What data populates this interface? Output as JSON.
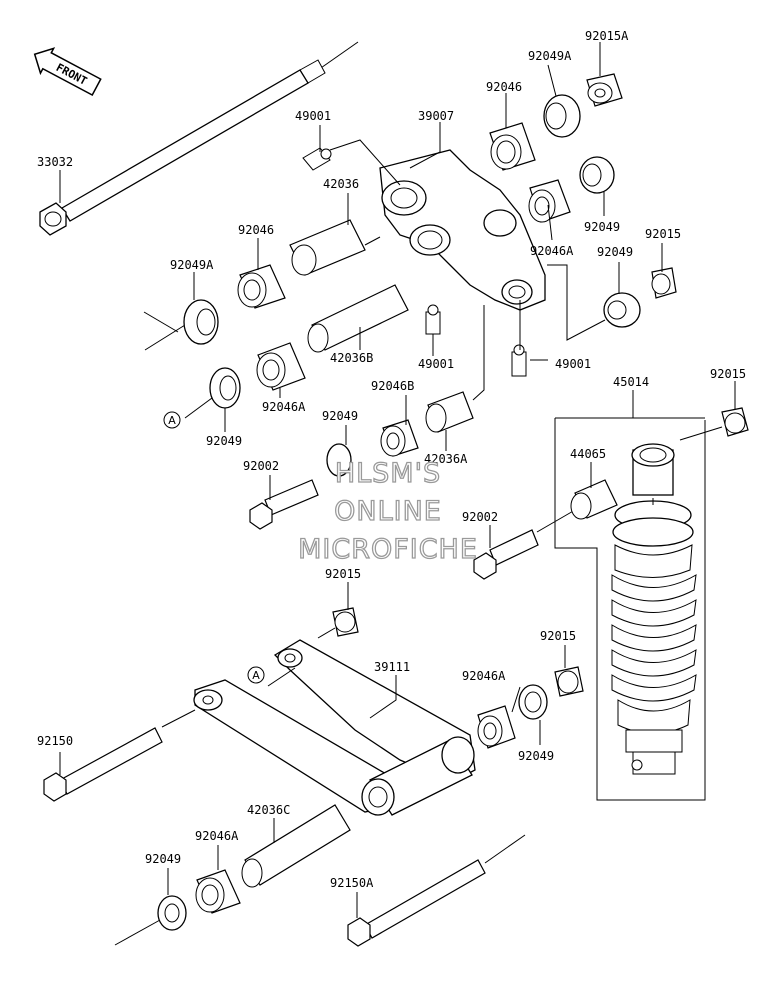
{
  "diagram": {
    "front_label": "FRONT",
    "callout_label": "A",
    "watermark": [
      "HLSM'S",
      "ONLINE",
      "MICROFICHE"
    ],
    "parts": [
      "33032",
      "49001",
      "39007",
      "92046",
      "92049A",
      "92015A",
      "42036",
      "92046",
      "92049A",
      "92049",
      "92046A",
      "92049",
      "92015",
      "42036B",
      "49001",
      "49001",
      "92046B",
      "92049",
      "92046A",
      "92049",
      "42036A",
      "45014",
      "92015",
      "44065",
      "92002",
      "92002",
      "92015",
      "39111",
      "92046A",
      "92015",
      "92150",
      "92049",
      "42036C",
      "92046A",
      "92049",
      "92150A"
    ]
  }
}
